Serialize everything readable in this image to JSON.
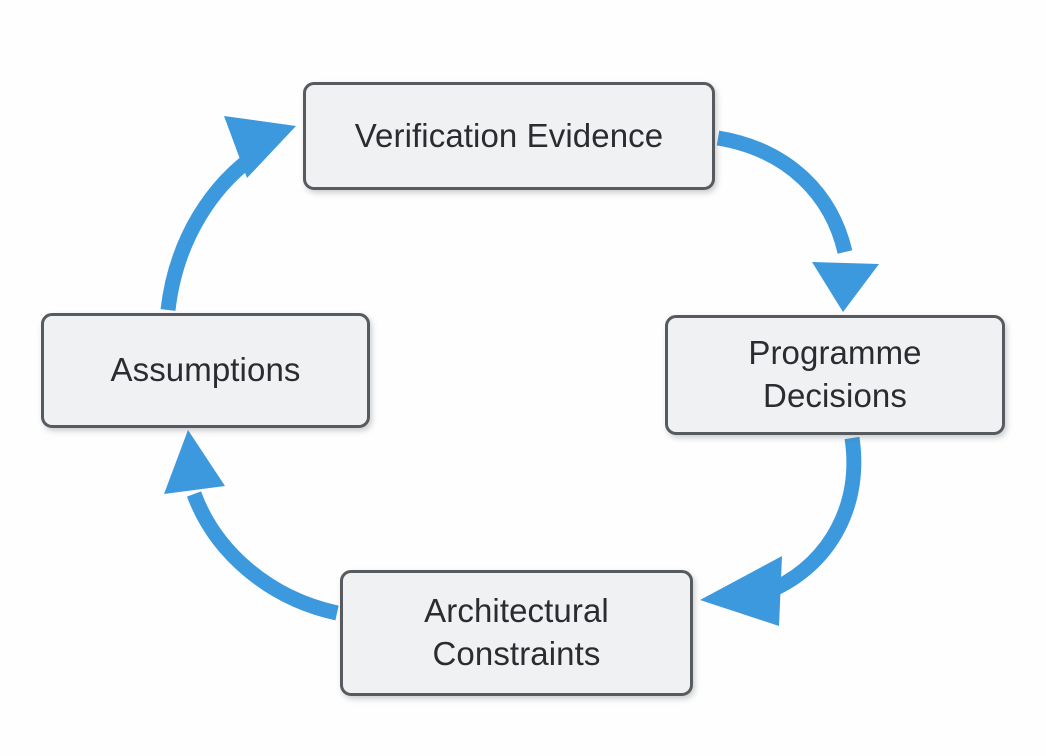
{
  "diagram": {
    "type": "cycle",
    "title": "",
    "direction": "clockwise",
    "accent_color": "#3d99dd",
    "node_fill": "#f0f1f3",
    "node_border": "#575a5e",
    "text_color": "#2b2c30",
    "background": "#fefefe",
    "nodes": [
      {
        "id": "verification-evidence",
        "label": "Verification Evidence",
        "position": "top"
      },
      {
        "id": "programme-decisions",
        "label": "Programme\nDecisions",
        "position": "right"
      },
      {
        "id": "architectural-constraints",
        "label": "Architectural\nConstraints",
        "position": "bottom"
      },
      {
        "id": "assumptions",
        "label": "Assumptions",
        "position": "left"
      }
    ],
    "edges": [
      {
        "id": "edge-evidence-to-decisions",
        "from": "verification-evidence",
        "to": "programme-decisions",
        "style": "curved-arrow"
      },
      {
        "id": "edge-decisions-to-constraints",
        "from": "programme-decisions",
        "to": "architectural-constraints",
        "style": "curved-arrow"
      },
      {
        "id": "edge-constraints-to-assumptions",
        "from": "architectural-constraints",
        "to": "assumptions",
        "style": "curved-arrow"
      },
      {
        "id": "edge-assumptions-to-evidence",
        "from": "assumptions",
        "to": "verification-evidence",
        "style": "curved-arrow"
      }
    ]
  }
}
